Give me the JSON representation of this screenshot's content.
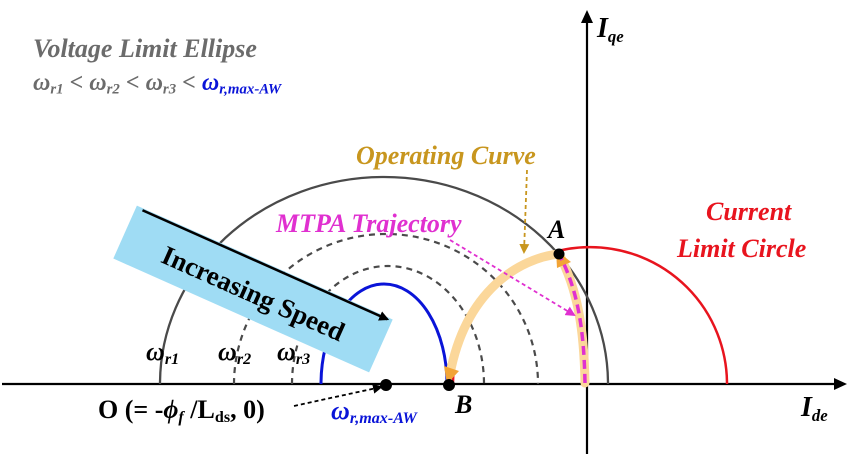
{
  "title": {
    "line1": "Voltage Limit Ellipse",
    "order": {
      "w1": "ω",
      "s1": "r1",
      "lt1": " < ",
      "w2": "ω",
      "s2": "r2",
      "lt2": " < ",
      "w3": "ω",
      "s3": "r3",
      "lt3": " < ",
      "w4": "ω",
      "s4": "r,max-AW"
    }
  },
  "axes": {
    "iq_main": "I",
    "iq_sub": "qe",
    "id_main": "I",
    "id_sub": "de"
  },
  "labels": {
    "operating_curve": "Operating Curve",
    "mtpa": "MTPA Trajectory",
    "current_limit_1": "Current",
    "current_limit_2": "Limit Circle",
    "increasing_speed": "Increasing Speed",
    "point_a": "A",
    "point_b": "B",
    "origin_prefix": "O (= -",
    "origin_phi": "ϕ",
    "origin_phi_sub": "f",
    "origin_mid": " /L",
    "origin_l_sub": "ds",
    "origin_suffix": ", 0)",
    "wr1": "ω",
    "wr1_sub": "r1",
    "wr2": "ω",
    "wr2_sub": "r2",
    "wr3": "ω",
    "wr3_sub": "r3",
    "wmax": "ω",
    "wmax_sub": "r,max-AW"
  },
  "colors": {
    "title_gray": "#6b6b6b",
    "blue": "#0a14d8",
    "red": "#e8141e",
    "gold": "#c8961e",
    "magenta": "#e030d0",
    "band": "#9fdcf4",
    "dark_gray": "#4a4a4a"
  }
}
